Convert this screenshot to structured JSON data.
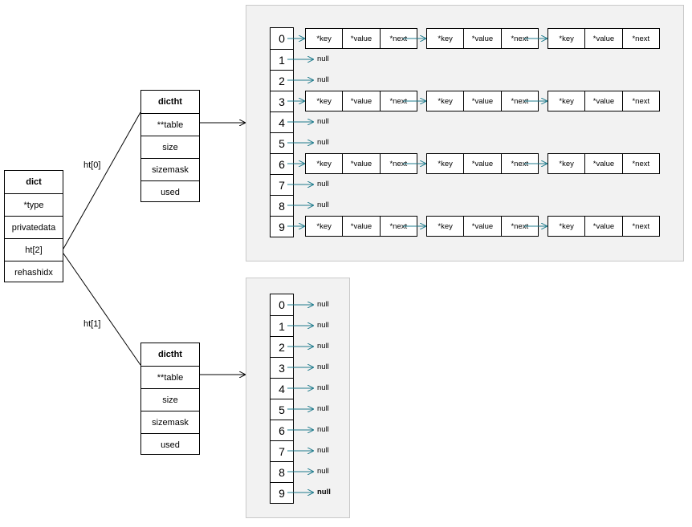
{
  "dict": {
    "header": "dict",
    "fields": [
      "*type",
      "privatedata",
      "ht[2]",
      "rehashidx"
    ]
  },
  "labels": {
    "ht0": "ht[0]",
    "ht1": "ht[1]"
  },
  "dictht0": {
    "header": "dictht",
    "fields": [
      "**table",
      "size",
      "sizemask",
      "used"
    ]
  },
  "dictht1": {
    "header": "dictht",
    "fields": [
      "**table",
      "size",
      "sizemask",
      "used"
    ]
  },
  "table0": {
    "indexes": [
      "0",
      "1",
      "2",
      "3",
      "4",
      "5",
      "6",
      "7",
      "8",
      "9"
    ],
    "null_text": "null",
    "entry_fields": [
      "*key",
      "*value",
      "*next"
    ],
    "chained_rows": [
      0,
      3,
      6,
      9
    ],
    "entries_per_chain": 3
  },
  "table1": {
    "indexes": [
      "0",
      "1",
      "2",
      "3",
      "4",
      "5",
      "6",
      "7",
      "8",
      "9"
    ],
    "null_text": "null"
  },
  "colors": {
    "arrow": "#1f7b8c",
    "line": "#000000",
    "panel": "#f2f2f2"
  }
}
